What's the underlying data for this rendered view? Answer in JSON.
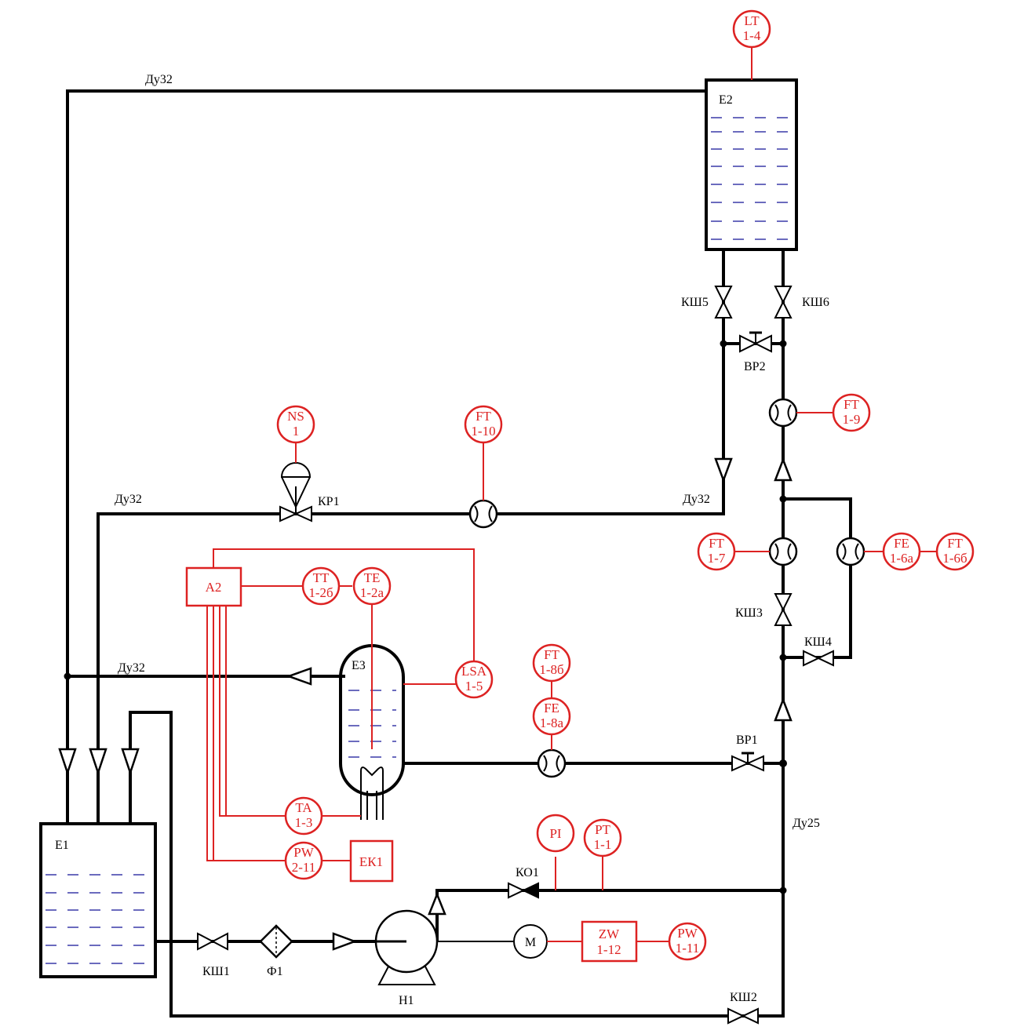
{
  "colors": {
    "pipe": "#000000",
    "instrument": "#dd2222",
    "liquid": "#3a3aa8"
  },
  "tanks": {
    "e1": "Е1",
    "e2": "Е2",
    "e3": "Е3"
  },
  "pipes": {
    "du32_top": "Ду32",
    "du32_mid": "Ду32",
    "du32_right": "Ду32",
    "du32_e3": "Ду32",
    "du25": "Ду25"
  },
  "valves": {
    "ksh1": "КШ1",
    "ksh2": "КШ2",
    "ksh3": "КШ3",
    "ksh4": "КШ4",
    "ksh5": "КШ5",
    "ksh6": "КШ6",
    "vr1": "ВР1",
    "vr2": "ВР2",
    "kr1": "КР1",
    "ko1": "КО1"
  },
  "equipment": {
    "filter": "Ф1",
    "pump": "Н1",
    "motor": "М",
    "heater": "ЕК1",
    "controller": "А2"
  },
  "instruments": {
    "lt": [
      "LT",
      "1-4"
    ],
    "ns": [
      "NS",
      "1"
    ],
    "ft110": [
      "FT",
      "1-10"
    ],
    "ft19": [
      "FT",
      "1-9"
    ],
    "ft17": [
      "FT",
      "1-7"
    ],
    "fe16a": [
      "FE",
      "1-6а"
    ],
    "ft16b": [
      "FT",
      "1-6б"
    ],
    "tt": [
      "TT",
      "1-2б"
    ],
    "te": [
      "TE",
      "1-2а"
    ],
    "lsa": [
      "LSA",
      "1-5"
    ],
    "ft18b": [
      "FT",
      "1-8б"
    ],
    "fe18a": [
      "FE",
      "1-8а"
    ],
    "ta": [
      "TA",
      "1-3"
    ],
    "pw211": [
      "PW",
      "2-11"
    ],
    "pi": [
      "PI",
      ""
    ],
    "pt": [
      "PT",
      "1-1"
    ],
    "zw": [
      "ZW",
      "1-12"
    ],
    "pw111": [
      "PW",
      "1-11"
    ]
  }
}
